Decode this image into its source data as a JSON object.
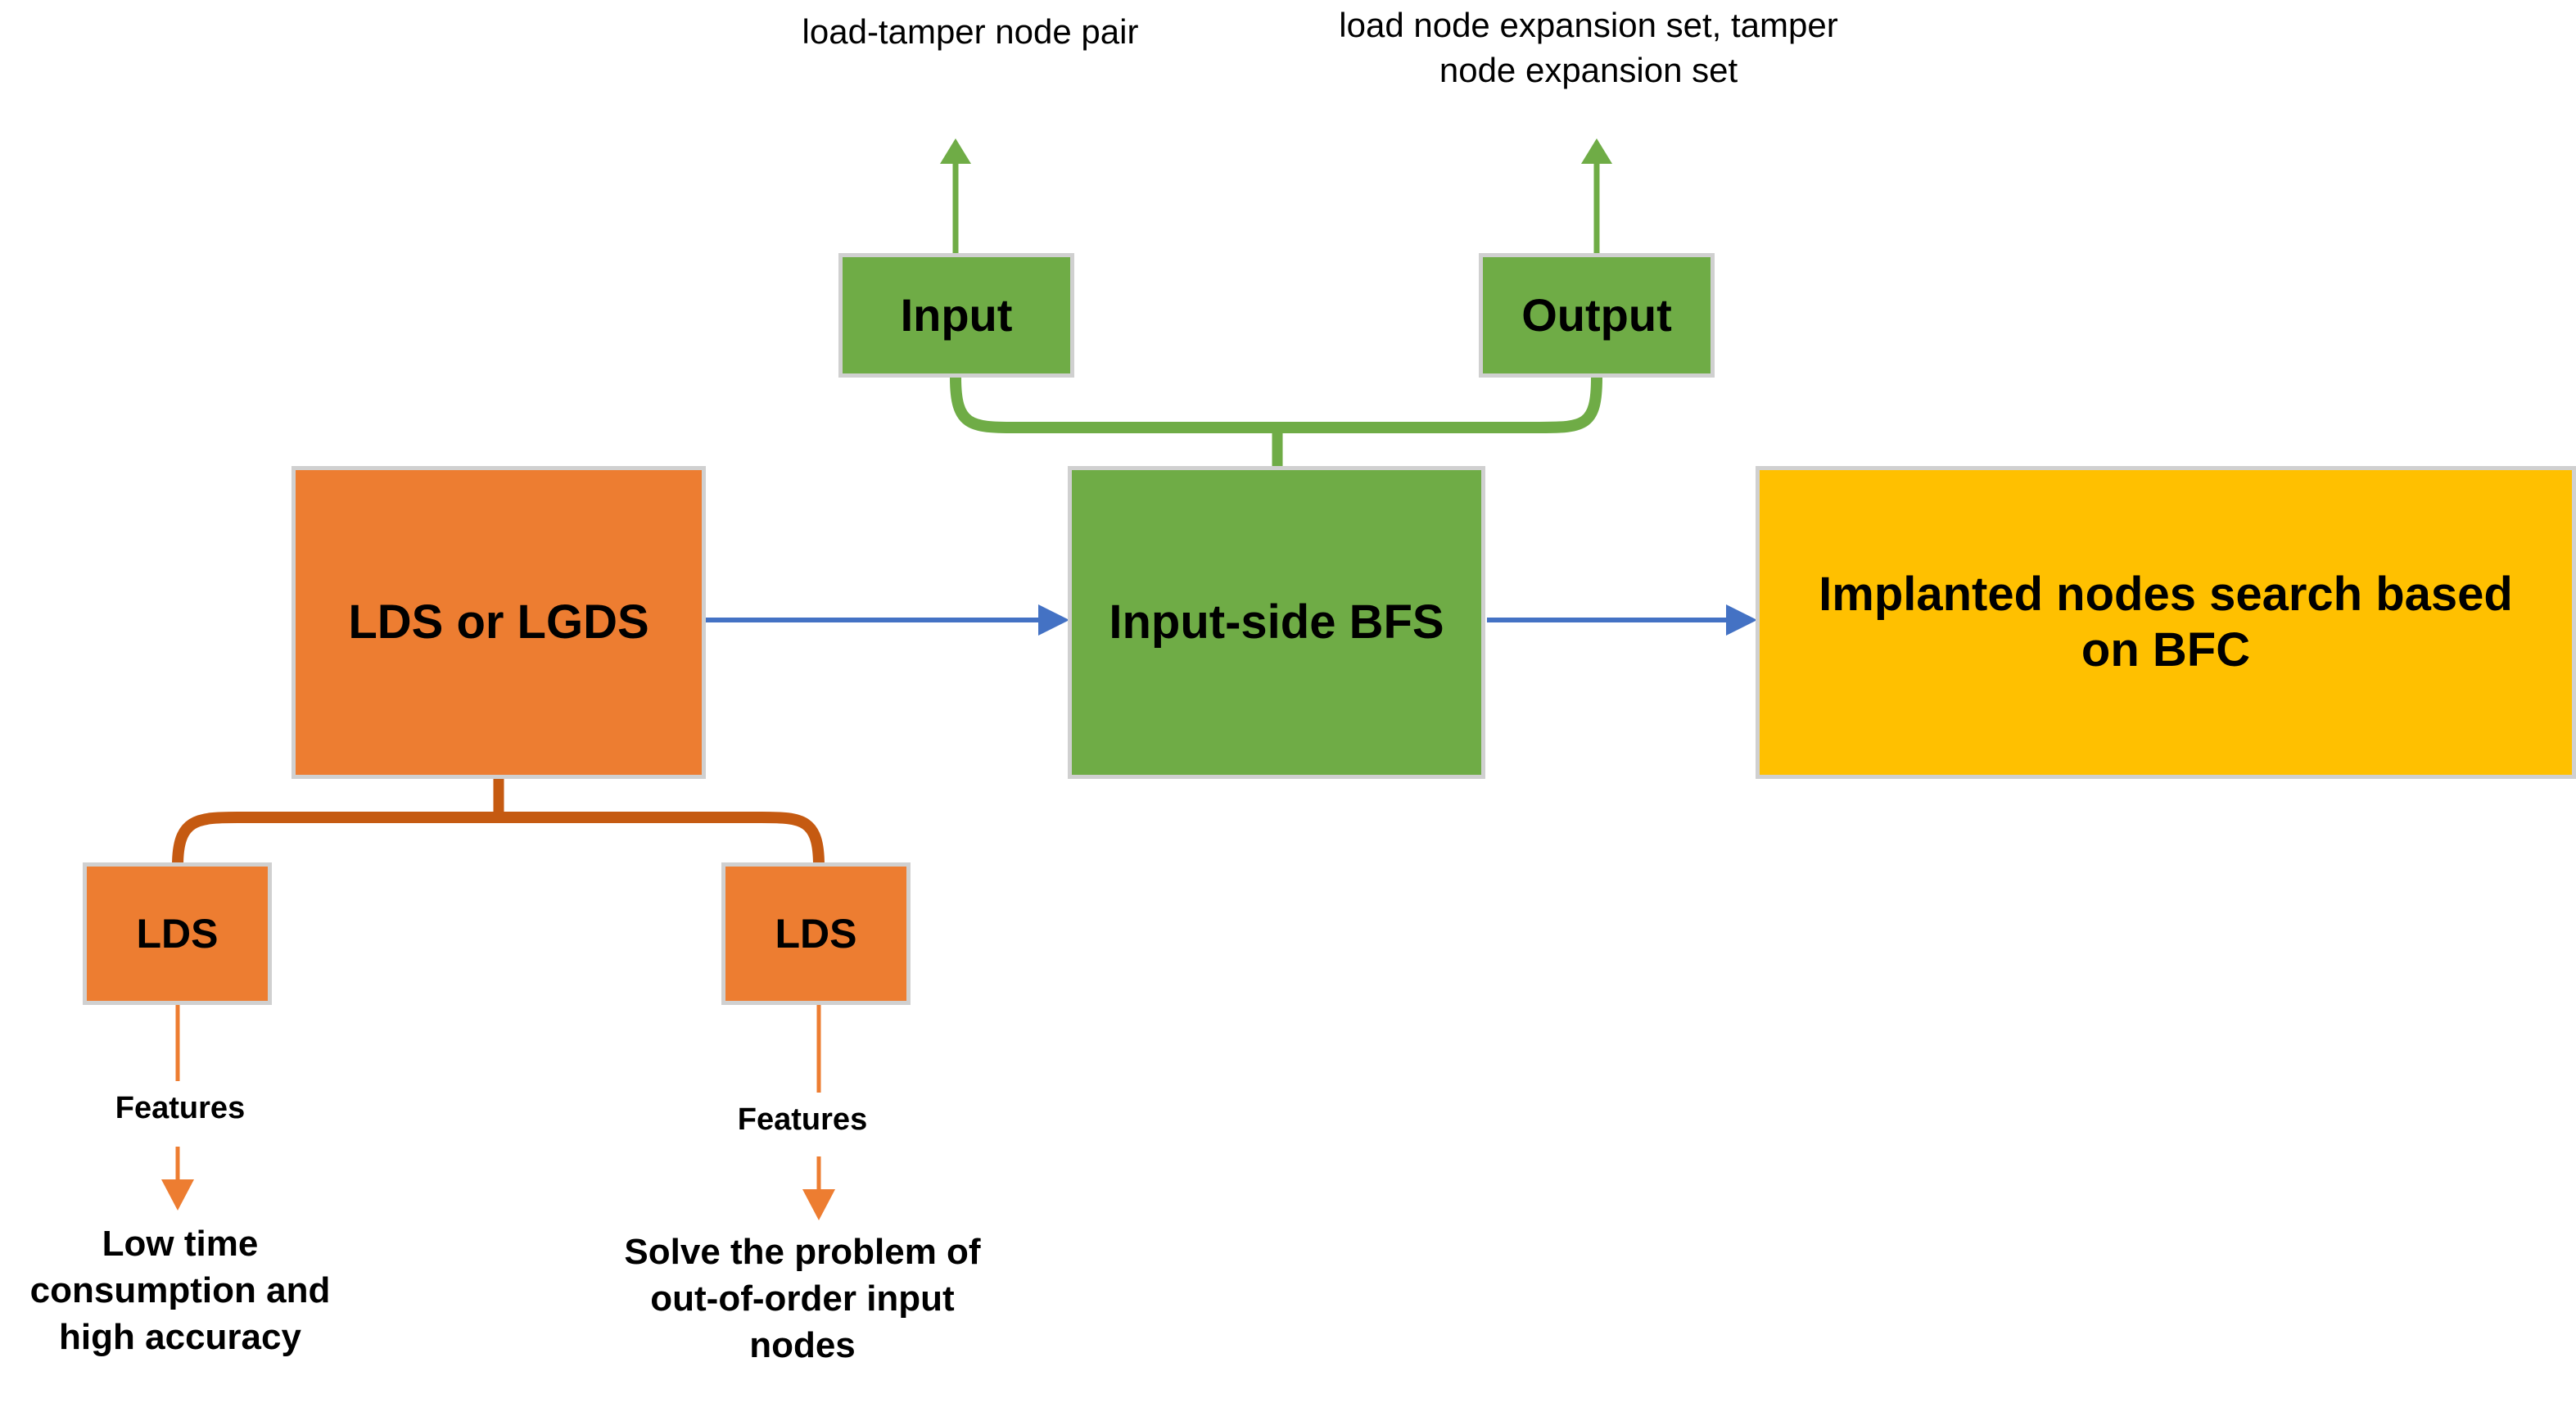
{
  "diagram": {
    "title_caption_left": "load-tamper node pair",
    "title_caption_right_line1": "load node expansion set, tamper",
    "title_caption_right_line2": "node expansion set",
    "colors": {
      "green": "#6FAC46",
      "orange": "#ED7D31",
      "dark_orange": "#C55A11",
      "yellow": "#FFC000",
      "blue_arrow": "#4472C4",
      "box_border": "#D0D0D0",
      "text": "#000000",
      "background": "#FFFFFF"
    },
    "nodes": {
      "input": "Input",
      "output": "Output",
      "input_side_bfs": "Input-side BFS",
      "lds_or_lgds": "LDS or LGDS",
      "implanted_line1": "Implanted nodes search based",
      "implanted_line2": "on BFC",
      "lds_left": "LDS",
      "lds_right": "LDS"
    },
    "edge_labels": {
      "features_left": "Features",
      "features_right": "Features"
    },
    "outcomes": {
      "left_line1": "Low time",
      "left_line2": "consumption and",
      "left_line3": "high accuracy",
      "right_line1": "Solve the problem of",
      "right_line2": "out-of-order input",
      "right_line3": "nodes"
    },
    "edges": [
      {
        "from": "lds_or_lgds",
        "to": "input_side_bfs",
        "style": "blue-arrow"
      },
      {
        "from": "input_side_bfs",
        "to": "implanted",
        "style": "blue-arrow"
      },
      {
        "from": "input",
        "to": "load_tamper_caption",
        "style": "green-arrow-up"
      },
      {
        "from": "output",
        "to": "expansion_caption",
        "style": "green-arrow-up"
      },
      {
        "from": "input_side_bfs",
        "to": "input_output_bracket",
        "style": "green-bracket"
      },
      {
        "from": "lds_or_lgds",
        "to": "lds_pair_bracket",
        "style": "orange-bracket"
      },
      {
        "from": "lds_left",
        "to": "left_outcome",
        "style": "orange-arrow-down"
      },
      {
        "from": "lds_right",
        "to": "right_outcome",
        "style": "orange-arrow-down"
      }
    ]
  }
}
